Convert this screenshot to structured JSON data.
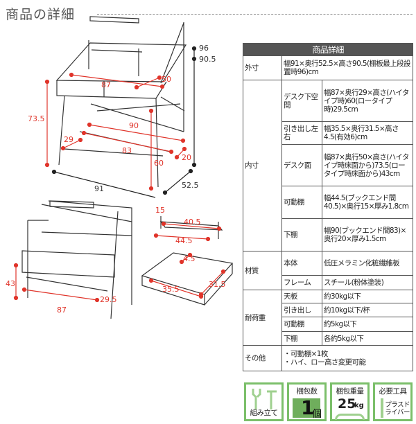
{
  "page_title": "商品の詳細",
  "diagram_top": {
    "h96": "96",
    "h905": "90.5",
    "h735": "73.5",
    "w87": "87",
    "d50": "50",
    "w90": "90",
    "d29": "29",
    "w83": "83",
    "h60": "60",
    "d20": "20",
    "w91": "91",
    "d525": "52.5"
  },
  "diagram_low": {
    "h43": "43",
    "w87": "87",
    "h295": "29.5"
  },
  "diagram_shelf": {
    "t15": "15",
    "w405": "40.5",
    "w445": "44.5"
  },
  "diagram_drawer": {
    "h45": "4.5",
    "d315": "31.5",
    "w355": "35.5"
  },
  "spec": {
    "header": "商品詳細",
    "outer_label": "外寸",
    "outer_value": "幅91×奥行52.5×高さ90.5(棚板最上段設置時96)cm",
    "inner_label": "内寸",
    "inner_rows": [
      {
        "label": "デスク下空間",
        "value": "幅87×奥行29×高さ(ハイタイプ時)60(ロータイプ時)29.5cm"
      },
      {
        "label": "引き出し左右",
        "value": "幅35.5×奥行31.5×高さ4.5(有効6)cm"
      },
      {
        "label": "デスク面",
        "value": "幅87×奥行50×高さ(ハイタイプ時床面から)73.5(ロータイプ時床面から)43cm"
      },
      {
        "label": "可動棚",
        "value": "幅44.5(ブックエンド間40.5)×奥行15×厚み1.8cm"
      },
      {
        "label": "下棚",
        "value": "幅90(ブックエンド間83)×奥行20×厚み1.5cm"
      }
    ],
    "material_label": "材質",
    "material_rows": [
      {
        "label": "本体",
        "value": "低圧メラミン化粧繊維板"
      },
      {
        "label": "フレーム",
        "value": "スチール(粉体塗装)"
      }
    ],
    "load_label": "耐荷重",
    "load_rows": [
      {
        "label": "天板",
        "value": "約30kg以下"
      },
      {
        "label": "引き出し",
        "value": "約10kg以下/杯"
      },
      {
        "label": "可動棚",
        "value": "約5kg以下"
      },
      {
        "label": "下棚",
        "value": "各約5kg以下"
      }
    ],
    "other_label": "その他",
    "other_lines": [
      "・可動棚×1枚",
      "・ハイ、ロー高さ変更可能"
    ]
  },
  "icons": [
    {
      "name": "assembly",
      "caption": "組み立て"
    },
    {
      "name": "package-count",
      "caption": "梱包数",
      "value": "1",
      "unit": "個"
    },
    {
      "name": "package-weight",
      "caption": "梱包重量",
      "value": "25",
      "unit": "kg"
    },
    {
      "name": "tools",
      "caption": "必要工具",
      "value": "プラスドライバー"
    }
  ],
  "colors": {
    "accent_red": "#e0342a",
    "icon_green": "#7bbf6a",
    "header_gray": "#555555"
  }
}
